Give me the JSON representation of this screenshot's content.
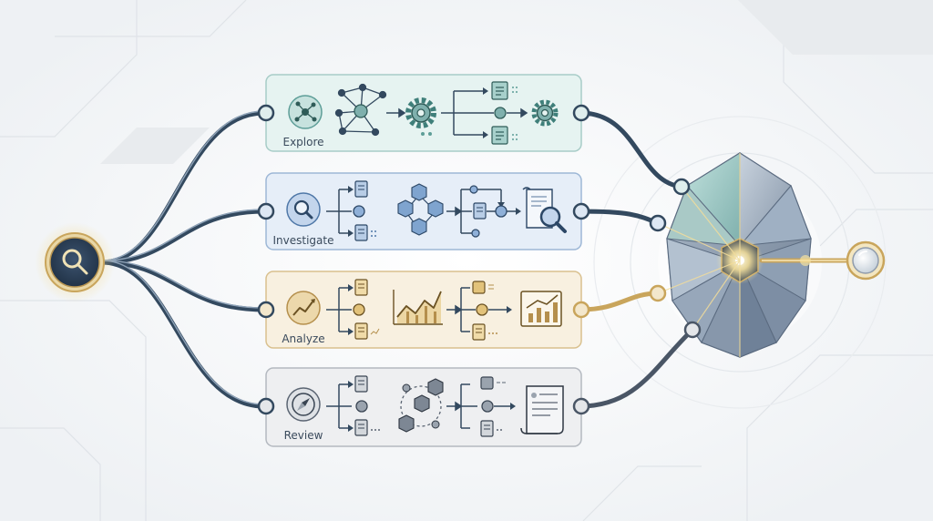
{
  "panels": [
    {
      "label": "Explore",
      "color": "#5e9e98",
      "fill": "#e6f3f1",
      "border": "#a7ccc7"
    },
    {
      "label": "Investigate",
      "color": "#4f78a8",
      "fill": "#e6eef8",
      "border": "#9db7d6"
    },
    {
      "label": "Analyze",
      "color": "#b58f4c",
      "fill": "#f8f0e0",
      "border": "#d9c08e"
    },
    {
      "label": "Review",
      "color": "#5b6573",
      "fill": "#eeeff1",
      "border": "#b4b9c0"
    }
  ],
  "icons": {
    "source": "magnifier-icon",
    "output": "magnifier-icon",
    "hub": "crystal-hub-icon"
  },
  "colors": {
    "path": "#33495f",
    "gold": "#c9a55c",
    "teal": "#6aa8a2"
  }
}
